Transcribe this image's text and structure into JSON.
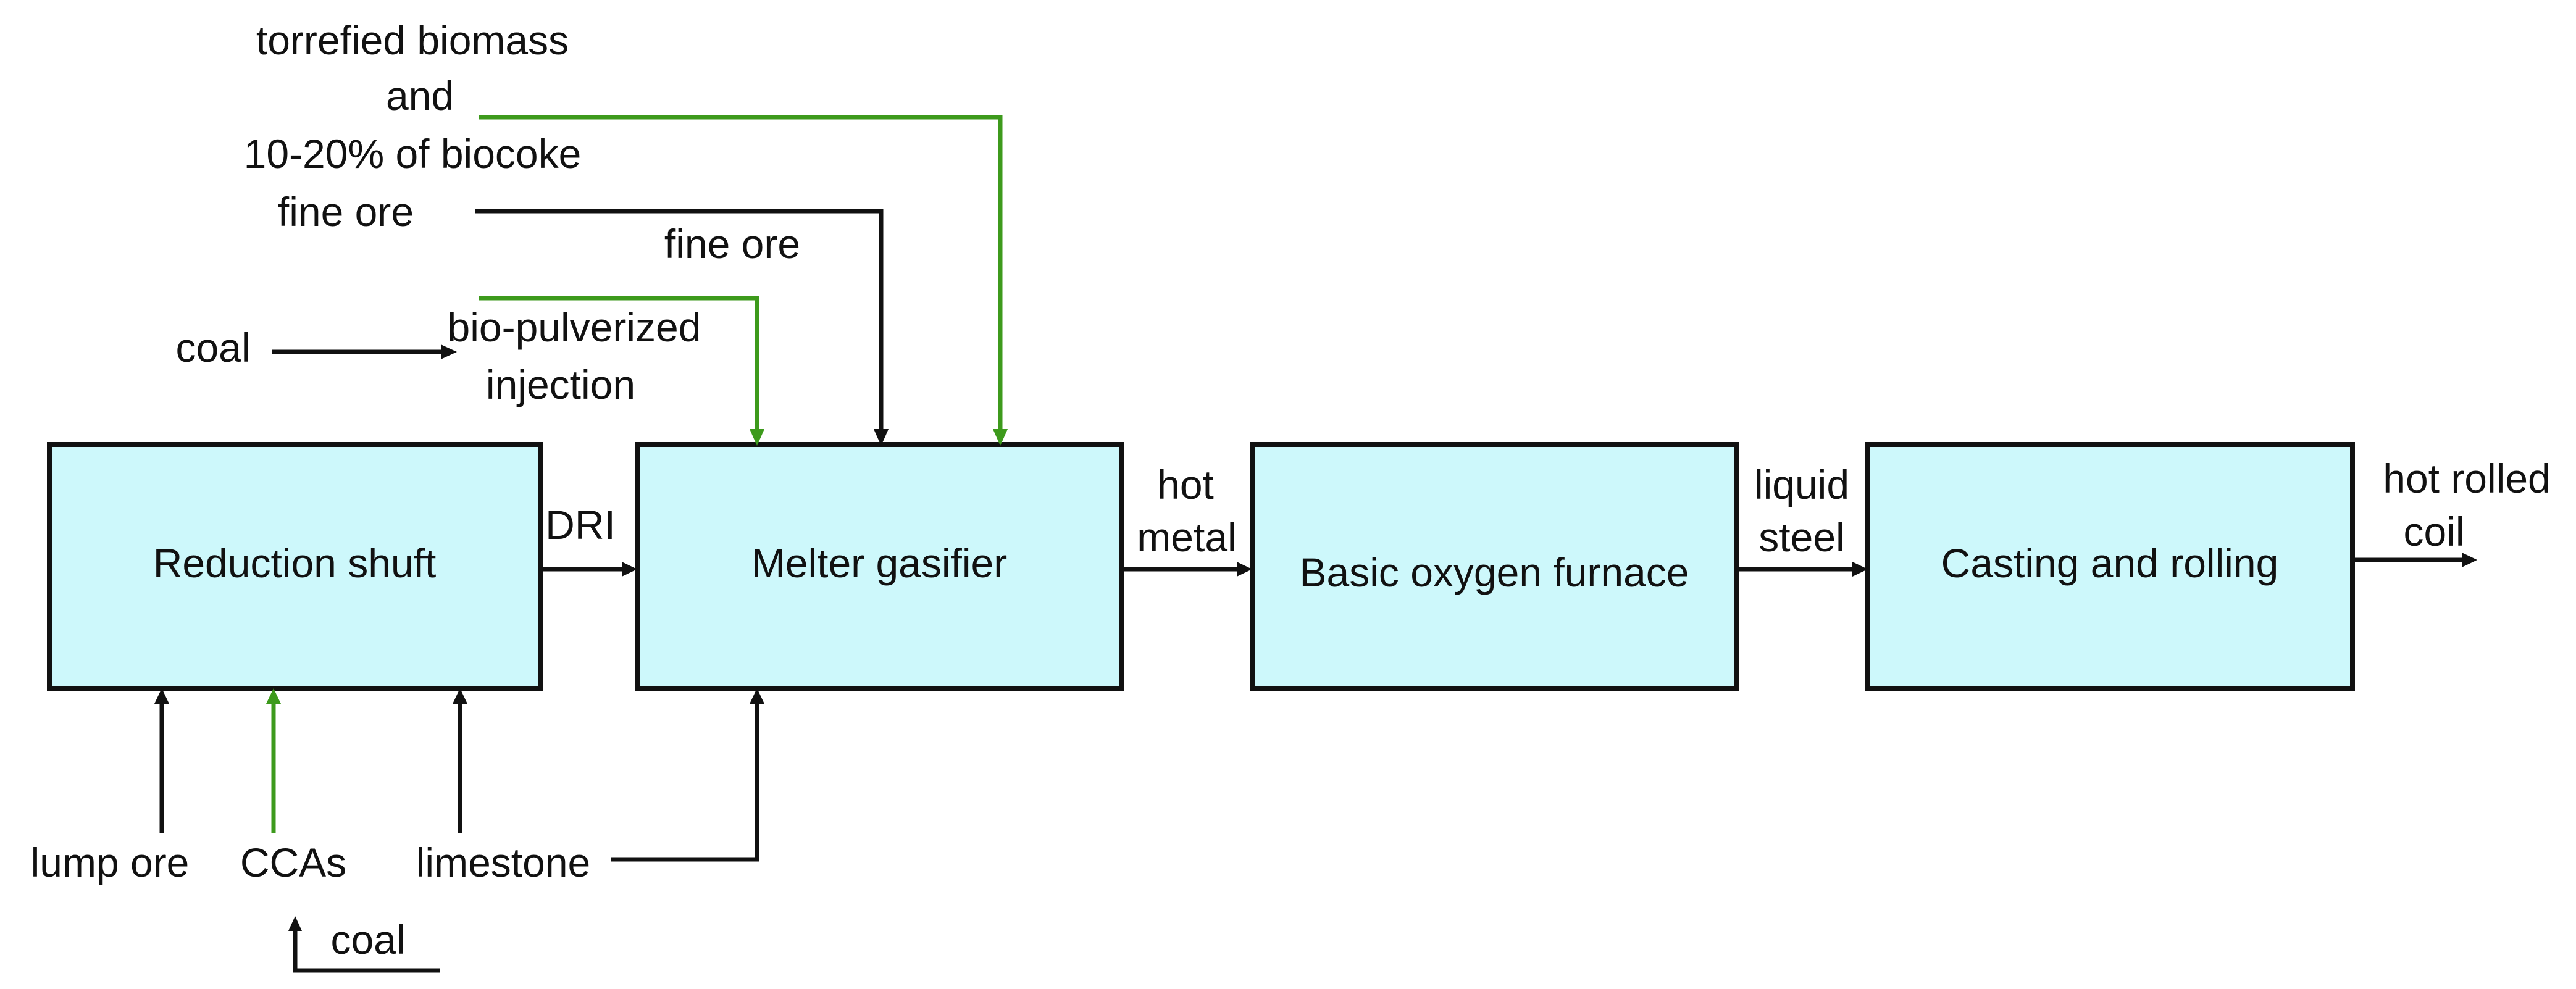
{
  "colors": {
    "box_fill": "#cdf8fb",
    "line_black": "#111111",
    "line_green": "#3d9a1c"
  },
  "boxes": {
    "reduction_shaft": "Reduction shuft",
    "melter_gasifier": "Melter gasifier",
    "basic_oxygen_furnace": "Basic oxygen furnace",
    "casting_rolling": "Casting and rolling"
  },
  "labels": {
    "torrefied_line1": "torrefied biomass",
    "torrefied_line2": "and",
    "torrefied_line3": "10-20% of biocoke",
    "fine_ore_source": "fine ore",
    "fine_ore_inlet": "fine ore",
    "coal_top": "coal",
    "bio_pulverized_line1": "bio-pulverized",
    "bio_pulverized_line2": "injection",
    "dri": "DRI",
    "hot_metal_line1": "hot",
    "hot_metal_line2": "metal",
    "liquid_steel_line1": "liquid",
    "liquid_steel_line2": "steel",
    "hot_rolled_coil_line1": "hot rolled",
    "hot_rolled_coil_line2": "coil",
    "lump_ore": "lump ore",
    "ccas": "CCAs",
    "limestone": "limestone",
    "coal_bottom": "coal"
  }
}
